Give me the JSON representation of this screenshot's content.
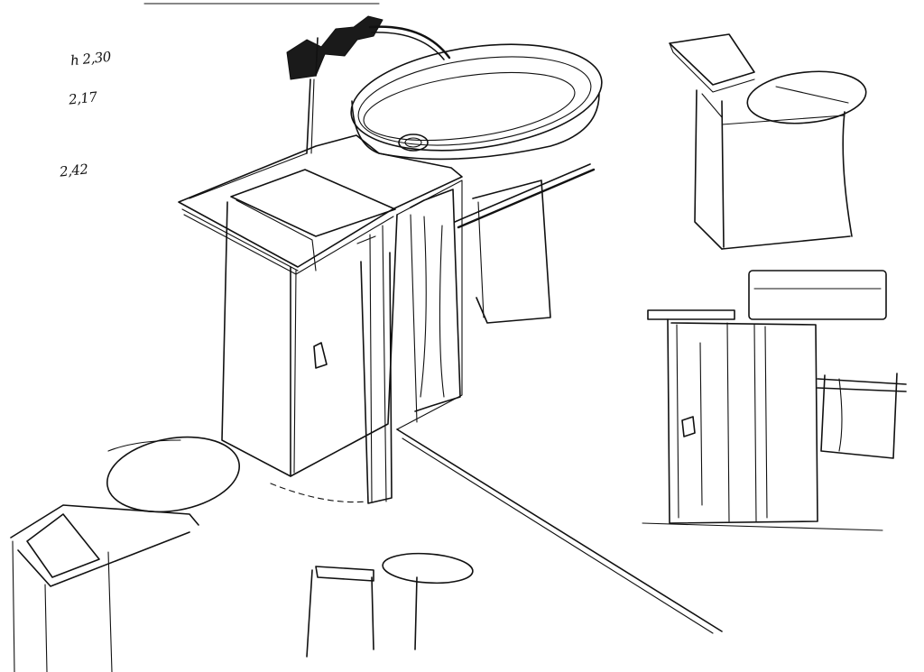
{
  "notes": {
    "height": "h 2,30",
    "dim_1": "2,17",
    "dim_2": "2,42"
  },
  "colors": {
    "ink": "#111111",
    "paper": "#ffffff"
  }
}
